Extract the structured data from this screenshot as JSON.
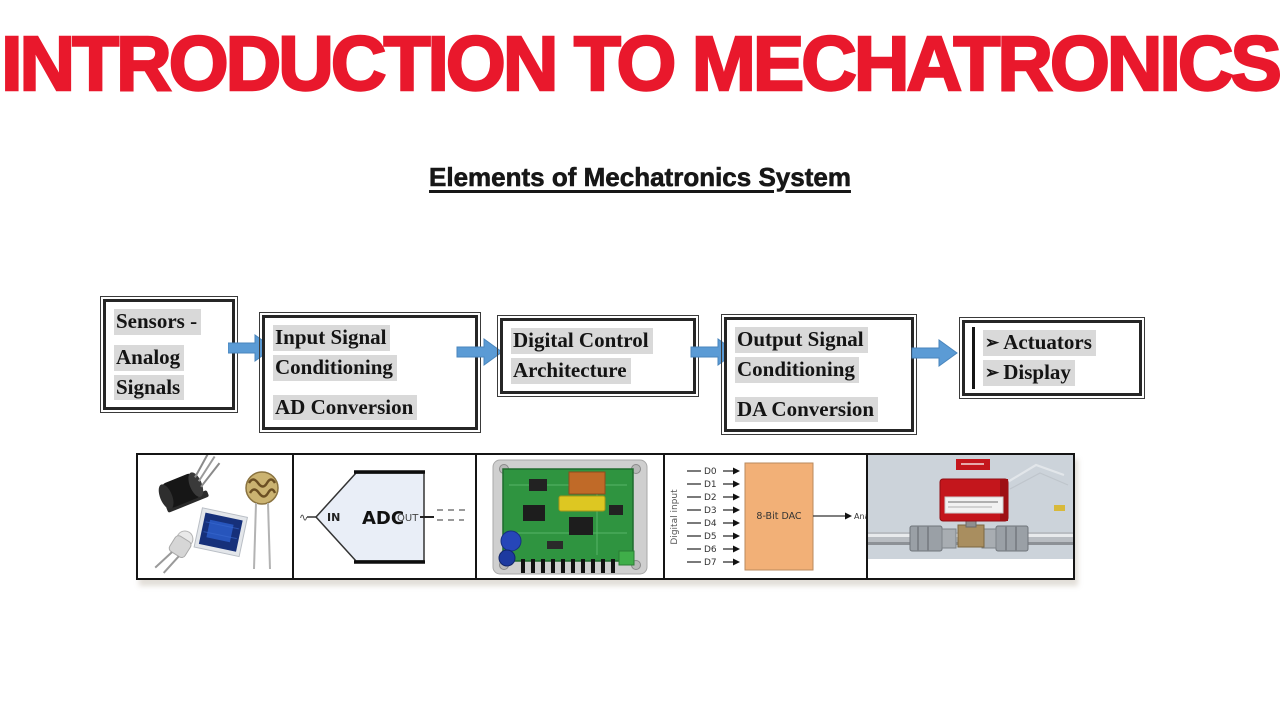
{
  "title": "INTRODUCTION TO MECHATRONICS",
  "heading": "Elements of Mechatronics System",
  "flow": {
    "bullet": "➢",
    "boxes": [
      {
        "id": "sensors",
        "lines": [
          "Sensors -",
          "Analog",
          "Signals"
        ]
      },
      {
        "id": "input-conditioning",
        "lines": [
          "Input Signal",
          "Conditioning",
          "AD Conversion"
        ]
      },
      {
        "id": "digital-control",
        "lines": [
          "Digital Control",
          "Architecture"
        ]
      },
      {
        "id": "output-conditioning",
        "lines": [
          "Output Signal",
          "Conditioning",
          "DA Conversion"
        ]
      },
      {
        "id": "outputs",
        "items": [
          "Actuators",
          "Display"
        ]
      }
    ]
  },
  "strip": {
    "adc": {
      "signal_symbol": "∿",
      "in_label": "IN",
      "label": "ADC",
      "out_label": "OUT"
    },
    "dac": {
      "side_label": "Digital input",
      "inputs": [
        "D0",
        "D1",
        "D2",
        "D3",
        "D4",
        "D5",
        "D6",
        "D7"
      ],
      "label": "8-Bit DAC",
      "output_label": "Analog voltage"
    },
    "photos": [
      "sensor-components",
      "microcontroller-board",
      "actuator-valve"
    ]
  },
  "colors": {
    "title_red": "#e9182c",
    "arrow_blue": "#5b9bd5",
    "highlight_gray": "#d9d9d9",
    "dac_orange": "#f2b077",
    "adc_fill": "#e9eef7",
    "actuator_red": "#c4161c",
    "pcb_green": "#2f9440"
  }
}
